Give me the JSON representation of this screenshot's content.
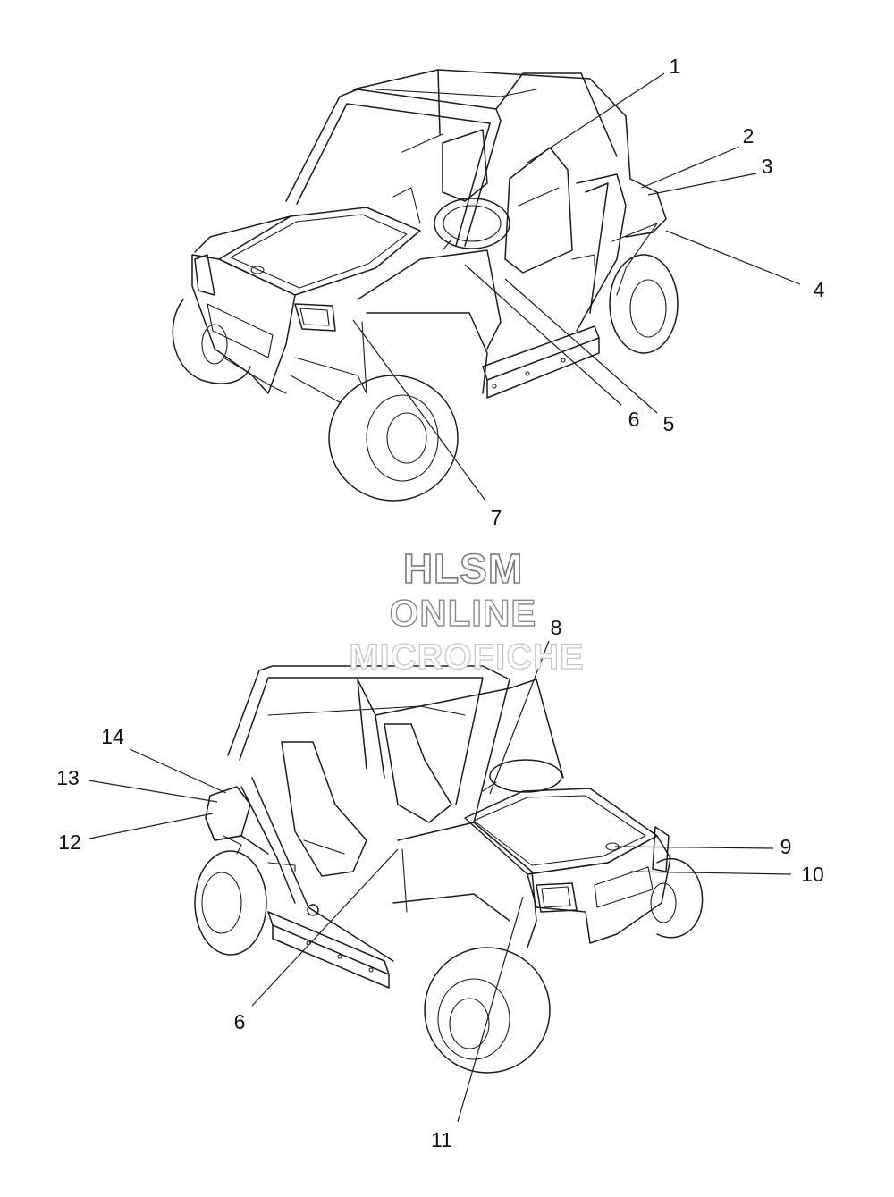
{
  "watermark": {
    "line1": "HLSM",
    "line2": "ONLINE",
    "line3": "MICROFICHE"
  },
  "views": [
    {
      "name": "upper-vehicle-view",
      "callouts": [
        "1",
        "2",
        "3",
        "4",
        "5",
        "6",
        "7"
      ]
    },
    {
      "name": "lower-vehicle-view",
      "callouts": [
        "8",
        "9",
        "10",
        "11",
        "6",
        "12",
        "13",
        "14"
      ]
    }
  ]
}
